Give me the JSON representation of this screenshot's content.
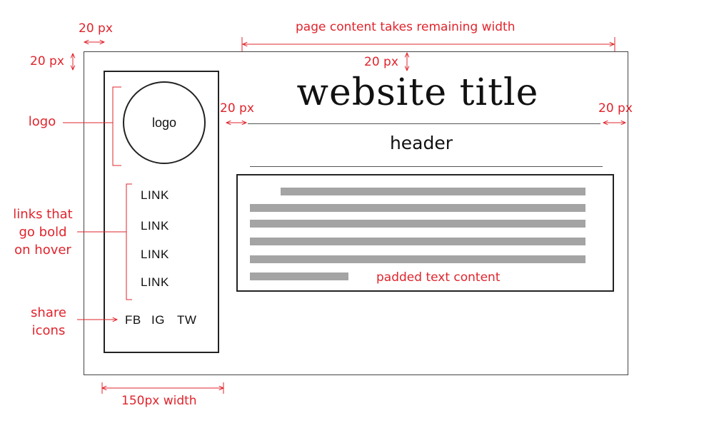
{
  "annotations": {
    "left_margin": "20 px",
    "top_margin": "20 px",
    "page_width_note": "page content takes remaining width",
    "title_top_margin": "20 px",
    "left_gap": "20 px",
    "right_gap": "20 px",
    "sidebar_width": "150px width",
    "logo_label": "logo",
    "links_label_lines": [
      "links that",
      "go bold",
      "on hover"
    ],
    "share_label_lines": [
      "share",
      "icons"
    ],
    "padded_text_label": "padded text content"
  },
  "sidebar": {
    "logo_text": "logo",
    "links": [
      "LINK",
      "LINK",
      "LINK",
      "LINK"
    ],
    "share": [
      "FB",
      "IG",
      "TW"
    ]
  },
  "main": {
    "title": "website title",
    "header": "header"
  },
  "colors": {
    "annotation": "#e0242c",
    "text_placeholder": "#a4a4a4",
    "outline": "#222222"
  }
}
